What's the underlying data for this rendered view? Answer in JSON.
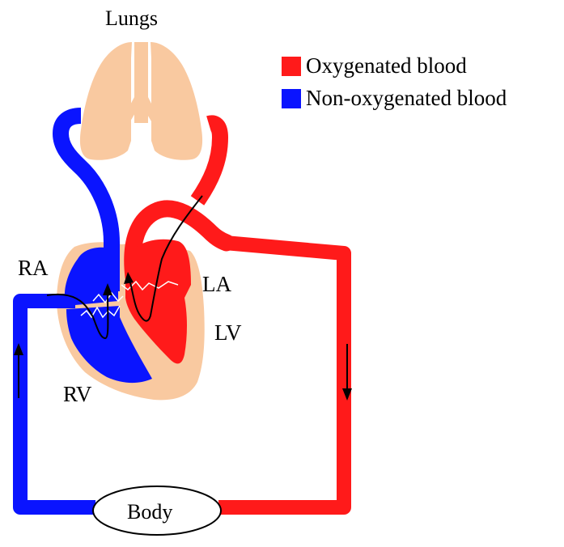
{
  "labels": {
    "lungs": "Lungs",
    "ra": "RA",
    "la": "LA",
    "lv": "LV",
    "rv": "RV",
    "body": "Body"
  },
  "legend": [
    {
      "label": "Oxygenated blood",
      "color": "#ff1a1a"
    },
    {
      "label": "Non-oxygenated blood",
      "color": "#0a14ff"
    }
  ],
  "colors": {
    "oxygenated": "#ff1a1a",
    "non_oxygenated": "#0a14ff",
    "tissue": "#f9c9a0",
    "arrow": "#000000"
  }
}
